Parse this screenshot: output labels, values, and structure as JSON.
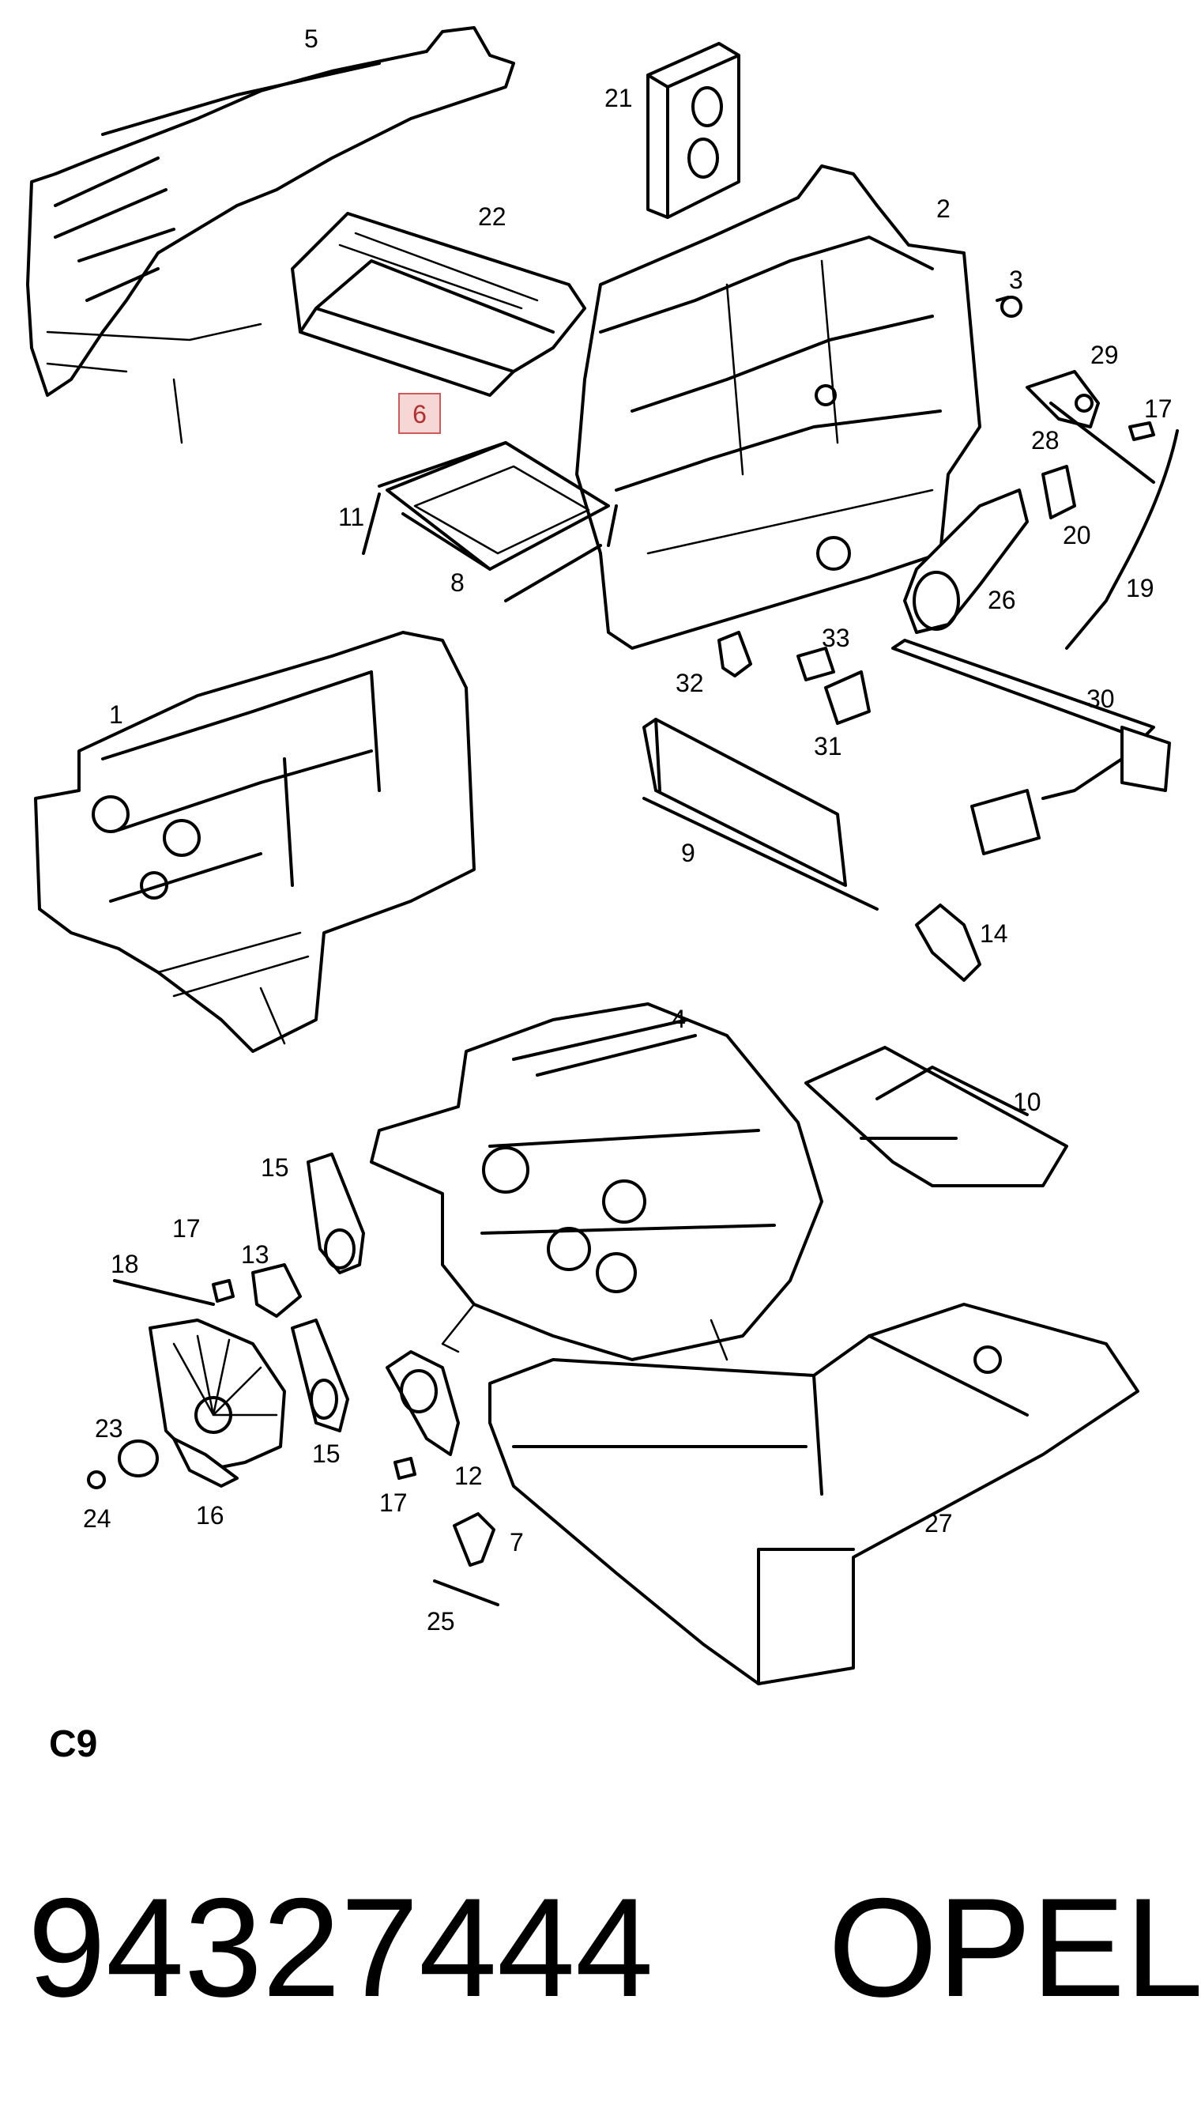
{
  "diagram": {
    "section_code": "C9",
    "highlighted_callout": "6",
    "callouts": [
      "5",
      "21",
      "22",
      "2",
      "3",
      "29",
      "17",
      "28",
      "20",
      "11",
      "8",
      "26",
      "19",
      "33",
      "32",
      "31",
      "30",
      "1",
      "9",
      "14",
      "4",
      "10",
      "15",
      "17",
      "13",
      "18",
      "23",
      "24",
      "16",
      "15",
      "12",
      "17",
      "7",
      "25",
      "27"
    ]
  },
  "footer": {
    "part_number": "94327444",
    "brand": "OPEL"
  }
}
